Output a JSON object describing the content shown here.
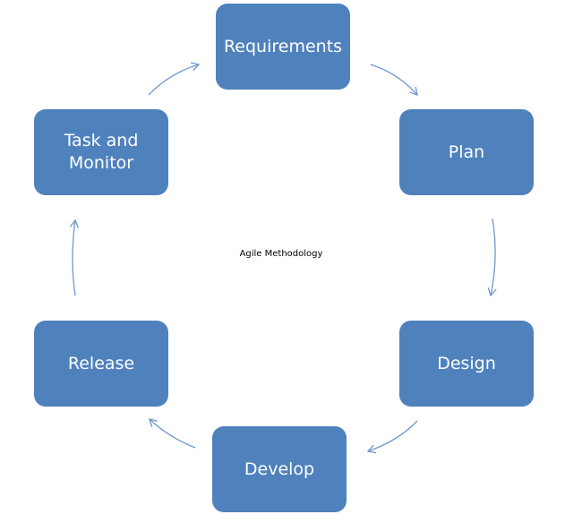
{
  "diagram": {
    "center_label": "Agile Methodology",
    "nodes": [
      {
        "id": "requirements",
        "label": "Requirements"
      },
      {
        "id": "plan",
        "label": "Plan"
      },
      {
        "id": "design",
        "label": "Design"
      },
      {
        "id": "develop",
        "label": "Develop"
      },
      {
        "id": "release",
        "label": "Release"
      },
      {
        "id": "task_monitor",
        "label": "Task and\nMonitor"
      }
    ],
    "colors": {
      "node_fill": "#4f81bd",
      "node_text": "#ffffff",
      "arrow": "#6f98cc"
    }
  }
}
